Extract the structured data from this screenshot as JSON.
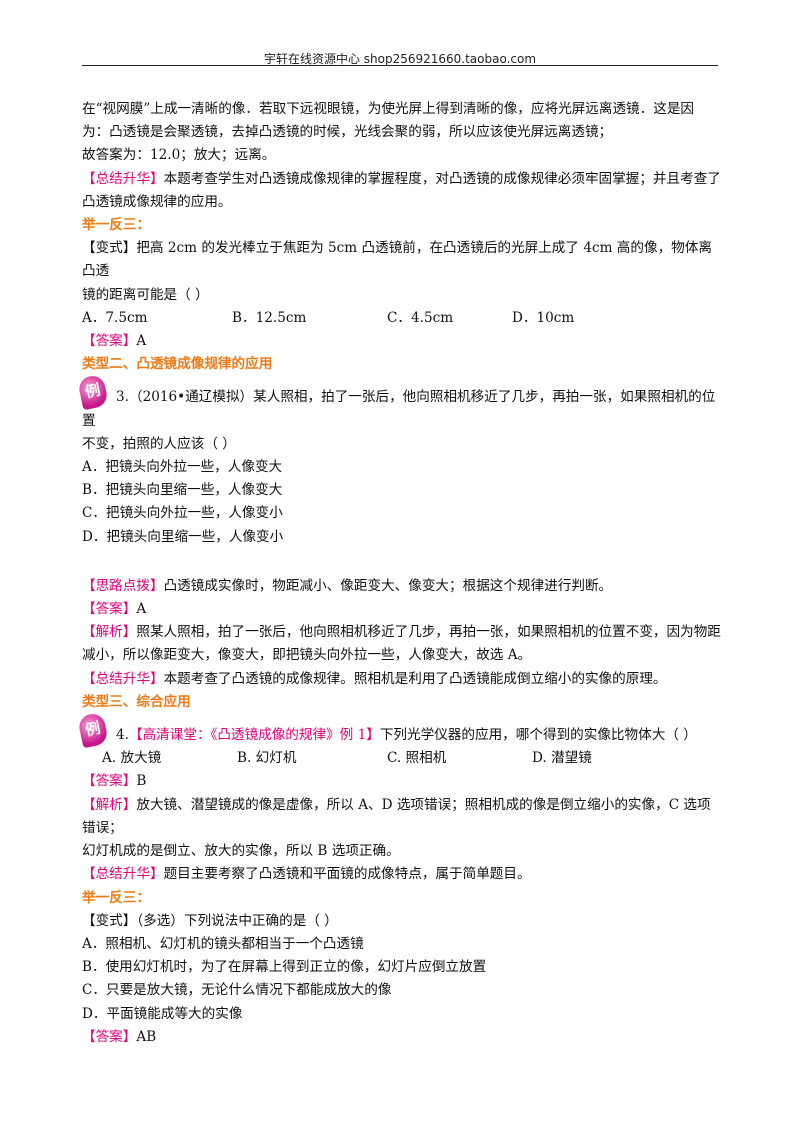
{
  "header": {
    "text": "宇轩在线资源中心   shop256921660.taobao.com"
  },
  "block1": {
    "line1": "在“视网膜”上成一清晰的像．若取下远视眼镜，为使光屏上得到清晰的像，应将光屏远离透镜．这是因",
    "line2": "为：凸透镜是会聚透镜，去掉凸透镜的时候，光线会聚的弱，所以应该使光屏远离透镜；",
    "line3": "故答案为：12.0；放大；远离。",
    "summary_tag": "【总结升华】",
    "summary_1": "本题考查学生对凸透镜成像规律的掌握程度，对凸透镜的成像规律必须牢固掌握；并且考查了",
    "summary_2": "凸透镜成像规律的应用。",
    "practice": "举一反三：",
    "variant_1": "【变式】把高 2cm 的发光棒立于焦距为 5cm 凸透镜前，在凸透镜后的光屏上成了 4cm 高的像，物体离凸透",
    "variant_2": "镜的距离可能是（      ）",
    "options": [
      "A．7.5cm",
      "B．12.5cm",
      "C．4.5cm",
      "D．10cm"
    ],
    "answer_tag": "【答案】",
    "answer": "A"
  },
  "section2": {
    "title": "类型二、凸透镜成像规律的应用"
  },
  "q3": {
    "badge": "例",
    "stem_1": "3.（2016•通辽模拟）某人照相，拍了一张后，他向照相机移近了几步，再拍一张，如果照相机的位置",
    "stem_2": "不变，拍照的人应该（      ）",
    "options": [
      "A．把镜头向外拉一些，人像变大",
      "B．把镜头向里缩一些，人像变大",
      "C．把镜头向外拉一些，人像变小",
      "D．把镜头向里缩一些，人像变小"
    ],
    "hint_tag": "【思路点拨】",
    "hint": "凸透镜成实像时，物距减小、像距变大、像变大；根据这个规律进行判断。",
    "answer_tag": "【答案】",
    "answer": "A",
    "analysis_tag": "【解析】",
    "analysis_1": "照某人照相，拍了一张后，他向照相机移近了几步，再拍一张，如果照相机的位置不变，因为物距",
    "analysis_2": "减小，所以像距变大，像变大，即把镜头向外拉一些，人像变大，故选 A。",
    "summary_tag": "【总结升华】",
    "summary": "本题考查了凸透镜的成像规律。照相机是利用了凸透镜能成倒立缩小的实像的原理。"
  },
  "section3": {
    "title": "类型三、综合应用"
  },
  "q4": {
    "badge": "例",
    "number": "4.",
    "source": "【高清课堂：《凸透镜成像的规律》例 1】",
    "stem": "下列光学仪器的应用，哪个得到的实像比物体大（      ）",
    "options": [
      "A.  放大镜",
      "B.  幻灯机",
      "C.  照相机",
      "D.  潜望镜"
    ],
    "answer_tag": "【答案】",
    "answer": "B",
    "analysis_tag": "【解析】",
    "analysis_1": "放大镜、潜望镜成的像是虚像，所以 A、D 选项错误；照相机成的像是倒立缩小的实像，C 选项错误；",
    "analysis_2": "幻灯机成的是倒立、放大的实像，所以 B 选项正确。",
    "summary_tag": "【总结升华】",
    "summary": "题目主要考察了凸透镜和平面镜的成像特点，属于简单题目。",
    "practice": "举一反三：",
    "variant": "【变式】（多选）下列说法中正确的是（      ）",
    "variant_options": [
      "A．照相机、幻灯机的镜头都相当于一个凸透镜",
      "B．使用幻灯机时，为了在屏幕上得到正立的像，幻灯片应倒立放置",
      "C．只要是放大镜，无论什么情况下都能成放大的像",
      "D．平面镜能成等大的实像"
    ],
    "variant_answer_tag": "【答案】",
    "variant_answer": "AB"
  }
}
